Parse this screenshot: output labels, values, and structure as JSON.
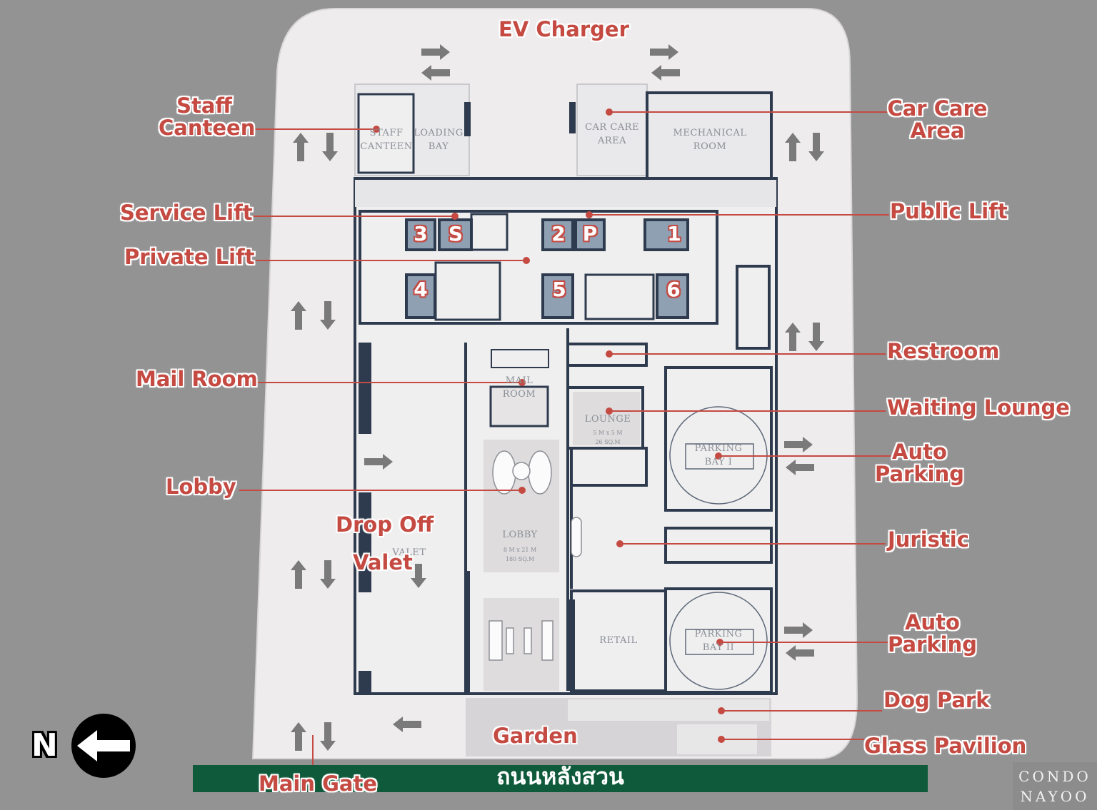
{
  "colors": {
    "background": "#939393",
    "site": "#eeeced",
    "wall": "#2e3b4e",
    "label": "#c44a42",
    "road": "#0e5a3a"
  },
  "callouts": {
    "ev_charger": "EV Charger",
    "staff_canteen_1": "Staff",
    "staff_canteen_2": "Canteen",
    "car_care_1": "Car Care",
    "car_care_2": "Area",
    "service_lift": "Service Lift",
    "public_lift": "Public Lift",
    "private_lift": "Private Lift",
    "restroom": "Restroom",
    "mail_room": "Mail Room",
    "waiting_lounge": "Waiting Lounge",
    "auto_parking_1a": "Auto",
    "auto_parking_1b": "Parking",
    "lobby": "Lobby",
    "drop_off": "Drop Off",
    "valet": "Valet",
    "juristic": "Juristic",
    "auto_parking_2a": "Auto",
    "auto_parking_2b": "Parking",
    "dog_park": "Dog Park",
    "garden": "Garden",
    "glass_pavilion": "Glass Pavilion",
    "main_gate": "Main Gate"
  },
  "road_name": "ถนนหลังสวน",
  "lifts": {
    "l3": "3",
    "ls": "S",
    "l2": "2",
    "lp": "P",
    "l1": "1",
    "l4": "4",
    "l5": "5",
    "l6": "6"
  },
  "plan_labels": {
    "staff_canteen": "STAFF\nCANTEEN",
    "loading_bay": "LOADING\nBAY",
    "car_care_area": "CAR CARE\nAREA",
    "mechanical_room": "MECHANICAL\nROOM",
    "mail_room": "MAIL\nROOM",
    "lounge": "LOUNGE",
    "lounge_dims": "5 M x 5 M\n26 SQ.M",
    "parking_bay_1": "PARKING\nBAY I",
    "parking_bay_2": "PARKING\nBAY II",
    "lobby": "LOBBY",
    "lobby_dims": "8 M x 21 M\n180 SQ.M",
    "retail": "RETAIL",
    "drop_off_valet": "VALET"
  },
  "compass": {
    "letter": "N",
    "direction": "left"
  },
  "watermark": {
    "line1": "CONDO",
    "line2": "NAYOO"
  },
  "icons": [
    "arrow-right-icon",
    "arrow-left-icon",
    "arrow-up-icon",
    "arrow-down-icon",
    "north-arrow-icon"
  ]
}
